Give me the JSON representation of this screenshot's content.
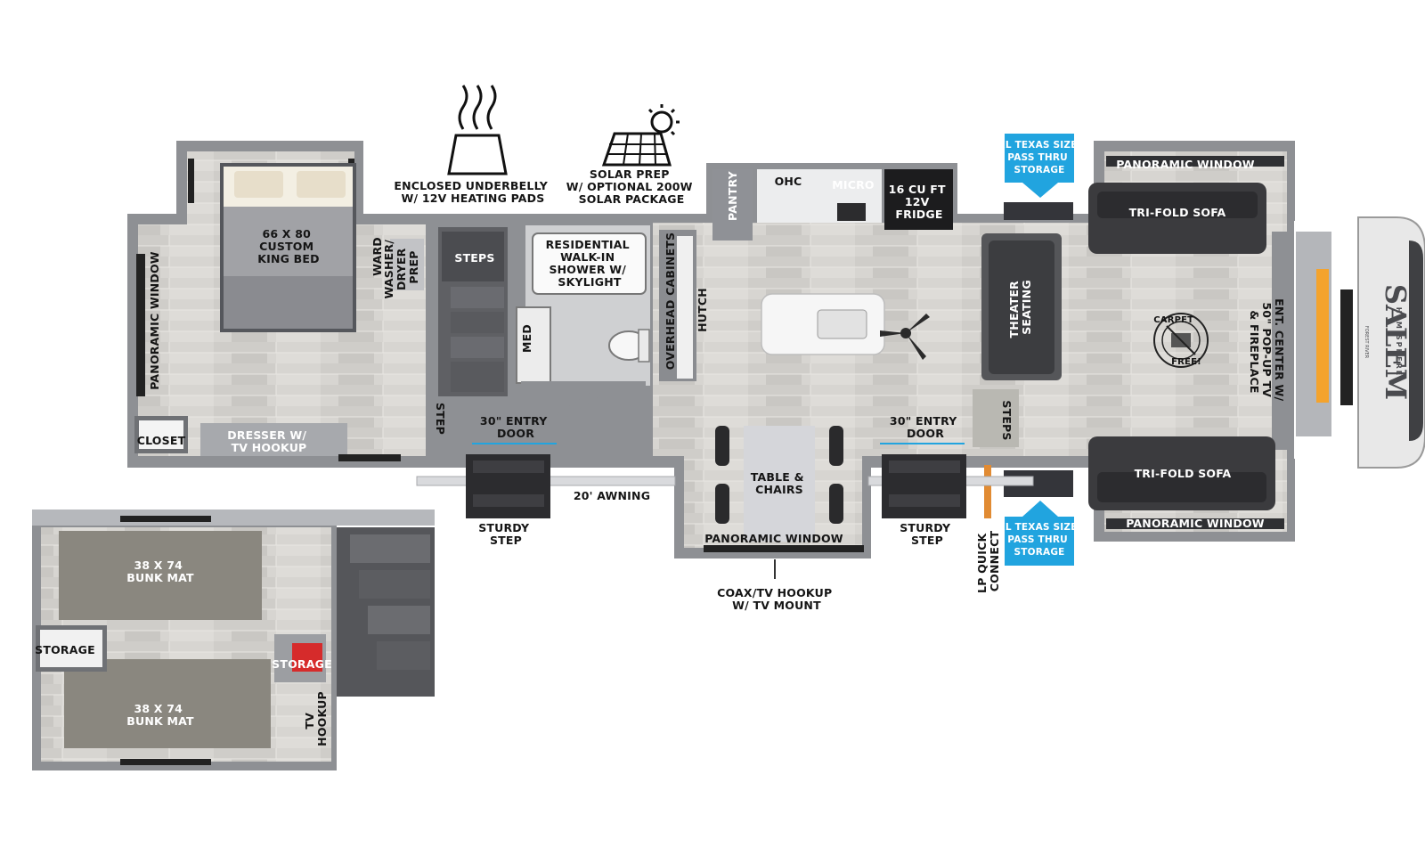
{
  "colors": {
    "wall": "#8e9094",
    "floor": "#d6d4d0",
    "sofa": "#3b3b3e",
    "bunk_mat": "#8a877f",
    "bed": "#9a9ba0",
    "callout_blue": "#21a4df",
    "fireplace": "#f0a02a"
  },
  "icons": {
    "heating": "heating-pads-icon",
    "solar": "solar-panel-icon",
    "carpet_free": "carpet-free-badge-icon"
  },
  "features": {
    "underbelly": [
      "ENCLOSED UNDERBELLY",
      "W/ 12V HEATING PADS"
    ],
    "solar": [
      "SOLAR PREP",
      "W/ OPTIONAL 200W",
      "SOLAR PACKAGE"
    ]
  },
  "bedroom": {
    "bed": [
      "66 X 80",
      "CUSTOM",
      "KING BED"
    ],
    "ward": "WARD",
    "washer": [
      "WASHER/",
      "DRYER",
      "PREP"
    ],
    "panoramic_window": "PANORAMIC WINDOW",
    "closet": "CLOSET",
    "dresser": [
      "DRESSER W/",
      "TV HOOKUP"
    ]
  },
  "bath": {
    "steps": "STEPS",
    "shower": [
      "RESIDENTIAL",
      "WALK-IN",
      "SHOWER W/",
      "SKYLIGHT"
    ],
    "med": "MED",
    "step": "STEP"
  },
  "kitchen": {
    "pantry": "PANTRY",
    "ohc": "OHC",
    "micro": "MICRO",
    "fridge": [
      "16 CU FT",
      "12V",
      "FRIDGE"
    ],
    "overhead_cabinets": "OVERHEAD CABINETS",
    "hutch": "HUTCH"
  },
  "entry": {
    "front_door": [
      "30\" ENTRY",
      "DOOR"
    ],
    "rear_door": [
      "30\" ENTRY",
      "DOOR"
    ],
    "awning": "20' AWNING",
    "sturdy_step_1": [
      "STURDY",
      "STEP"
    ],
    "sturdy_step_2": [
      "STURDY",
      "STEP"
    ]
  },
  "dining": {
    "table": [
      "TABLE &",
      "CHAIRS"
    ],
    "window": "PANORAMIC WINDOW",
    "coax": [
      "COAX/TV HOOKUP",
      "W/ TV MOUNT"
    ]
  },
  "living": {
    "storage_top": [
      "XL TEXAS SIZE",
      "PASS THRU",
      "STORAGE"
    ],
    "storage_bottom": [
      "XL TEXAS SIZE",
      "PASS THRU",
      "STORAGE"
    ],
    "window_top": "PANORAMIC WINDOW",
    "sofa_top": "TRI-FOLD SOFA",
    "theater": [
      "THEATER",
      "SEATING"
    ],
    "steps": "STEPS",
    "sofa_bottom": "TRI-FOLD SOFA",
    "window_bottom": "PANORAMIC WINDOW",
    "lp": [
      "LP QUICK",
      "CONNECT"
    ],
    "ent_center": [
      "ENT. CENTER W/",
      "50\" POP-UP TV",
      "& FIREPLACE"
    ],
    "carpet_free": [
      "CARPET",
      "FREE!"
    ]
  },
  "loft": {
    "bunk_top": [
      "38 X 74",
      "BUNK MAT"
    ],
    "bunk_bottom": [
      "38 X 74",
      "BUNK MAT"
    ],
    "storage_left": "STORAGE",
    "storage_right": "STORAGE",
    "tv_hookup": [
      "TV",
      "HOOKUP"
    ]
  },
  "brand": {
    "name": "SALEM",
    "sub": "HEMISPHERE",
    "tag": "FOREST RIVER"
  }
}
